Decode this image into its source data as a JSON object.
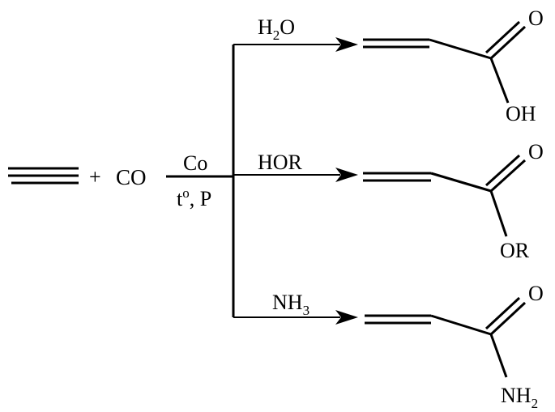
{
  "reactants": {
    "plus": "+",
    "co": "CO",
    "catalyst": "Co",
    "conditions_t": "t",
    "conditions_deg": "o",
    "conditions_rest": ", P"
  },
  "branches": [
    {
      "reagent": "H",
      "reagent_sub": "2",
      "reagent_tail": "O",
      "carbonyl_o": "O",
      "group": "OH",
      "group_sub": ""
    },
    {
      "reagent": "HOR",
      "reagent_sub": "",
      "reagent_tail": "",
      "carbonyl_o": "O",
      "group": "OR",
      "group_sub": ""
    },
    {
      "reagent": "NH",
      "reagent_sub": "3",
      "reagent_tail": "",
      "carbonyl_o": "O",
      "group": "NH",
      "group_sub": "2"
    }
  ],
  "colors": {
    "ink": "#000000",
    "background": "#ffffff"
  }
}
